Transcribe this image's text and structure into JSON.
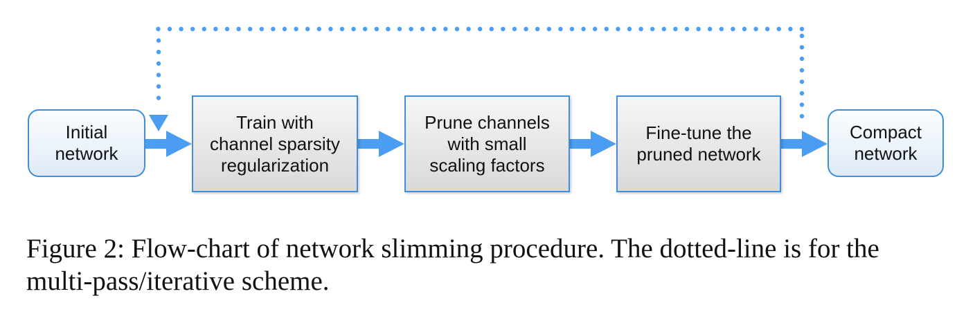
{
  "diagram": {
    "nodes": [
      {
        "id": "initial",
        "label": "Initial\nnetwork",
        "kind": "terminal"
      },
      {
        "id": "train",
        "label": "Train with\nchannel sparsity\nregularization",
        "kind": "process"
      },
      {
        "id": "prune",
        "label": "Prune channels\nwith small\nscaling factors",
        "kind": "process"
      },
      {
        "id": "finetune",
        "label": "Fine-tune the\npruned network",
        "kind": "process"
      },
      {
        "id": "compact",
        "label": "Compact\nnetwork",
        "kind": "terminal"
      }
    ],
    "edges": [
      {
        "from": "initial",
        "to": "train",
        "style": "solid"
      },
      {
        "from": "train",
        "to": "prune",
        "style": "solid"
      },
      {
        "from": "prune",
        "to": "finetune",
        "style": "solid"
      },
      {
        "from": "finetune",
        "to": "compact",
        "style": "solid"
      },
      {
        "from": "finetune",
        "to": "train",
        "style": "dotted"
      }
    ],
    "colors": {
      "arrow": "#4a9df0",
      "border": "#3f8edb",
      "terminal_fill": "#e8f0f9",
      "process_fill": "#e6e6e6"
    }
  },
  "caption": "Figure 2: Flow-chart of network slimming procedure. The dotted-line is for the multi-pass/iterative scheme."
}
